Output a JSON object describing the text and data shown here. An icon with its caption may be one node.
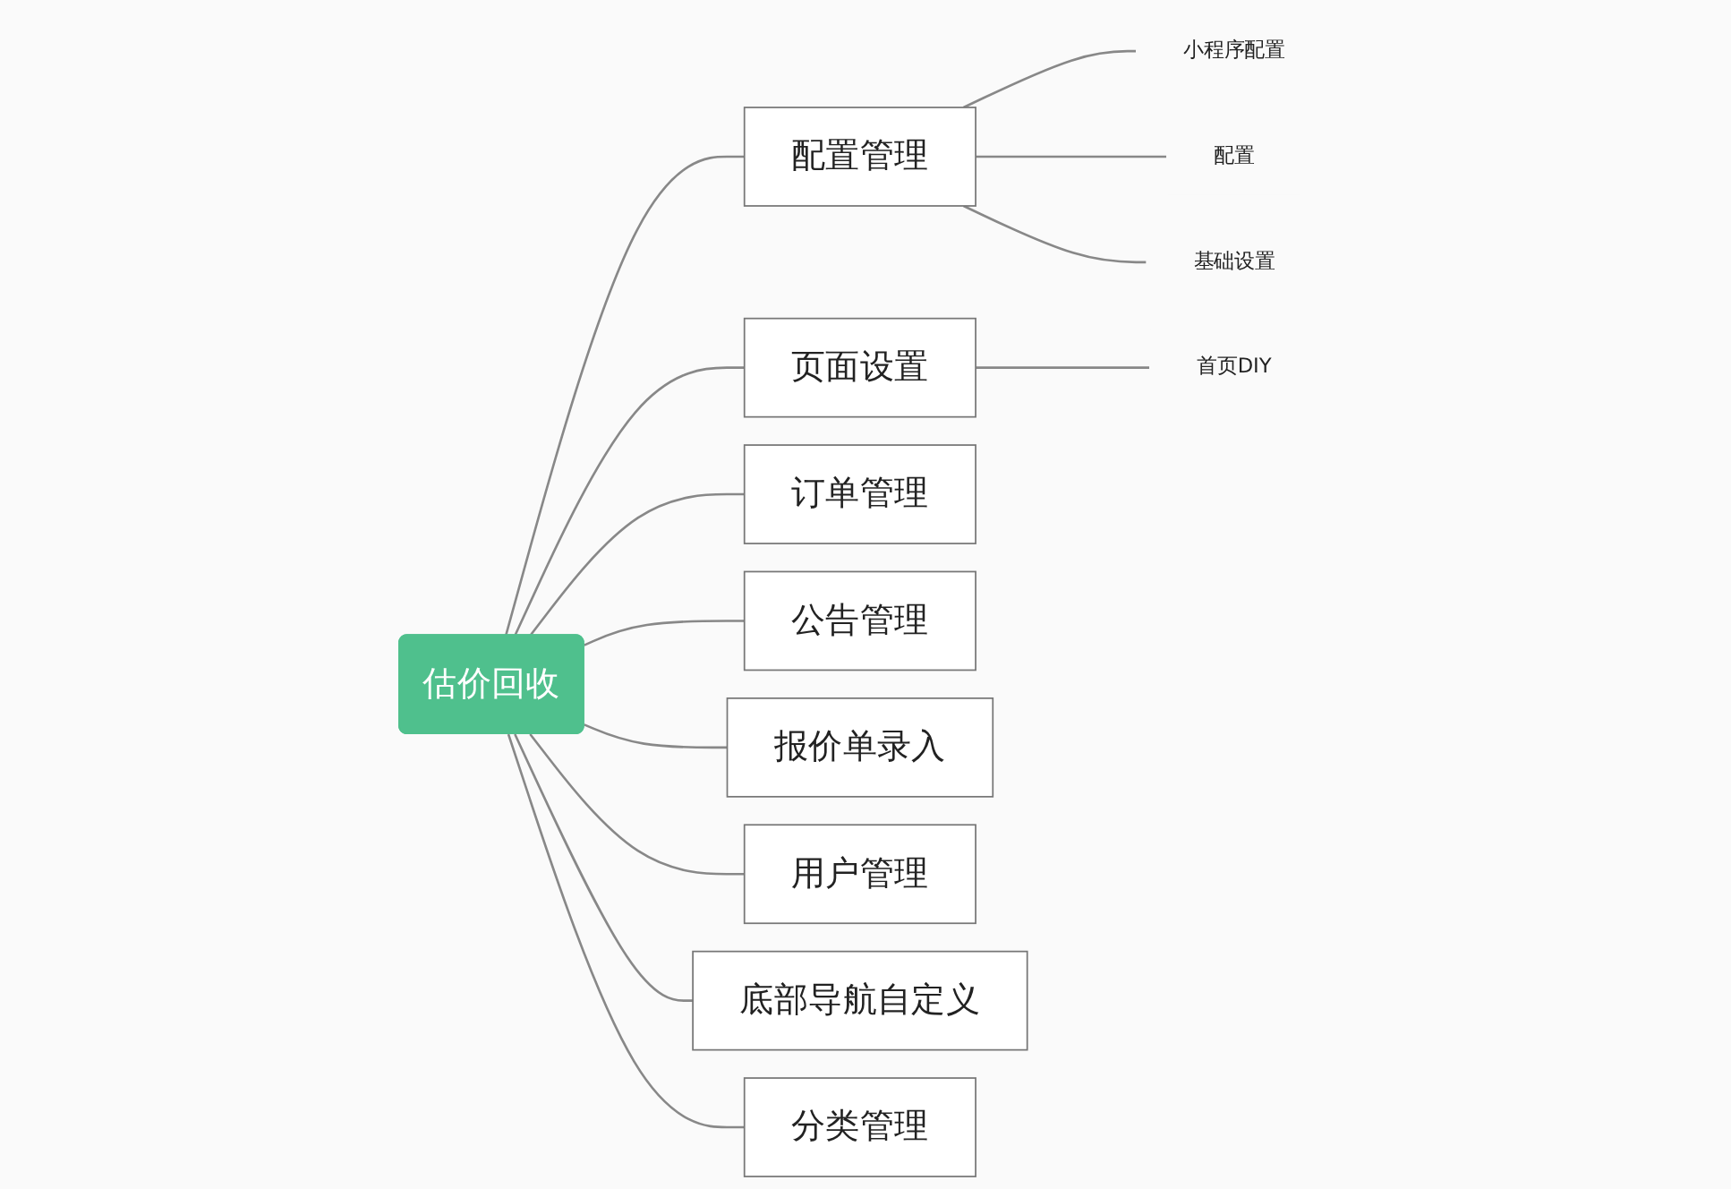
{
  "diagram": {
    "nodes": [
      {
        "text": [
          "估价回收"
        ]
      },
      {
        "text": [
          "配置管理"
        ]
      },
      {
        "text": [
          "小程序配置"
        ]
      },
      {
        "text": [
          "配置"
        ]
      },
      {
        "text": [
          "基础设置"
        ]
      },
      {
        "text": [
          "页面设置"
        ]
      },
      {
        "text": [
          "首页DIY"
        ]
      },
      {
        "text": [
          "订单管理"
        ]
      },
      {
        "text": [
          "公告管理"
        ]
      },
      {
        "text": [
          "报价单录入"
        ]
      },
      {
        "text": [
          "用户管理"
        ]
      },
      {
        "text": [
          "底部导航自定义"
        ]
      },
      {
        "text": [
          "分类管理"
        ]
      }
    ],
    "edges": [
      {
        "from": 0,
        "to": 1,
        "arrow": "none"
      },
      {
        "from": 1,
        "to": 2,
        "arrow": "none"
      },
      {
        "from": 1,
        "to": 3,
        "arrow": "none"
      },
      {
        "from": 1,
        "to": 4,
        "arrow": "none"
      },
      {
        "from": 0,
        "to": 5,
        "arrow": "none"
      },
      {
        "from": 5,
        "to": 6,
        "arrow": "none"
      },
      {
        "from": 0,
        "to": 7,
        "arrow": "none"
      },
      {
        "from": 0,
        "to": 8,
        "arrow": "none"
      },
      {
        "from": 0,
        "to": 9,
        "arrow": "none"
      },
      {
        "from": 0,
        "to": 10,
        "arrow": "none"
      },
      {
        "from": 0,
        "to": 11,
        "arrow": "none"
      },
      {
        "from": 0,
        "to": 12,
        "arrow": "none"
      }
    ]
  }
}
